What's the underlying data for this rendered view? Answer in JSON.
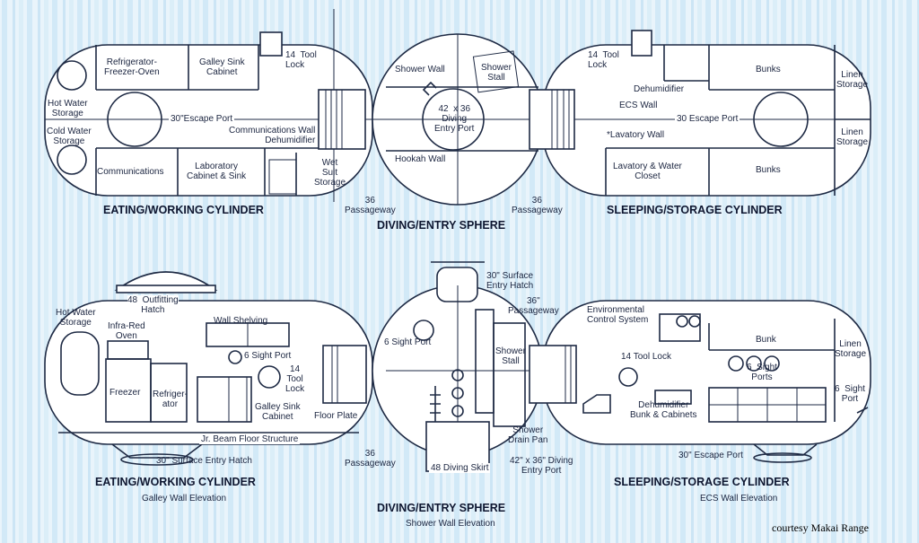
{
  "top_view": {
    "titles": {
      "eating": "EATING/WORKING CYLINDER",
      "diving": "DIVING/ENTRY SPHERE",
      "sleeping": "SLEEPING/STORAGE CYLINDER"
    },
    "labels": {
      "refrigerator": "Refrigerator-\nFreezer-Oven",
      "galley_sink": "Galley Sink\nCabinet",
      "tool_lock_left": "14  Tool\nLock",
      "hot_water": "Hot Water\nStorage",
      "cold_water": "Cold Water\nStorage",
      "escape_port_left": "30\"Escape Port",
      "comm_wall": "Communications Wall\nDehumidifier",
      "communications": "Communications",
      "lab_cabinet": "Laboratory\nCabinet & Sink",
      "wet_suit": "Wet\nSuit\nStorage",
      "passageway_left": "36\nPassageway",
      "shower_wall": "Shower Wall",
      "shower_stall": "Shower\nStall",
      "entry_port": "42  x 36\nDiving\nEntry Port",
      "hookah_wall": "Hookah Wall",
      "passageway_right": "36\nPassageway",
      "tool_lock_right": "14  Tool\nLock",
      "dehumidifier": "Dehumidifier",
      "ecs_wall": "ECS Wall",
      "escape_port_right": "30  Escape Port",
      "lavatory_wall": "*Lavatory Wall",
      "lavatory_closet": "Lavatory & Water\nCloset",
      "bunks_top": "Bunks",
      "bunks_bottom": "Bunks",
      "linen_top": "Linen\nStorage",
      "linen_bottom": "Linen\nStorage"
    }
  },
  "bottom_view": {
    "titles": {
      "eating": "EATING/WORKING CYLINDER",
      "diving": "DIVING/ENTRY SPHERE",
      "sleeping": "SLEEPING/STORAGE CYLINDER"
    },
    "subtitles": {
      "eating": "Galley Wall Elevation",
      "diving": "Shower Wall Elevation",
      "sleeping": "ECS Wall Elevation"
    },
    "labels": {
      "outfitting_hatch": "48  Outfitting\nHatch",
      "hot_water": "Hot Water\nStorage",
      "infra_red": "Infra-Red\nOven",
      "wall_shelving": "Wall Shelving",
      "sight_port_left": "6  Sight Port",
      "tool_lock_left": "14\nTool\nLock",
      "freezer": "Freezer",
      "refrigerator": "Refriger-\nator",
      "galley_sink": "Galley Sink\nCabinet",
      "floor_plate": "Floor Plate",
      "beam_floor": "Jr. Beam Floor Structure",
      "surface_hatch_left": "30\"  Surface Entry Hatch",
      "passageway_left": "36\nPassageway",
      "surface_hatch_top": "30\" Surface\nEntry Hatch",
      "passageway_top": "36\"\nPassageway",
      "sight_port_mid": "6  Sight Port",
      "shower_stall": "Shower\nStall",
      "shower_drain": "Shower\nDrain Pan",
      "diving_skirt": "48  Diving Skirt",
      "entry_port": "42\" x 36\" Diving\nEntry Port",
      "env_control": "Environmental\nControl System",
      "bunk": "Bunk",
      "linen": "Linen\nStorage",
      "tool_lock_right": "14  Tool Lock",
      "sight_ports": "6  Sight\nPorts",
      "sight_port_right": "6  Sight\nPort",
      "dehumidifier": "Dehumidifier\nBunk & Cabinets",
      "escape_port": "30\"  Escape Port"
    }
  },
  "credit": "courtesy Makai Range"
}
